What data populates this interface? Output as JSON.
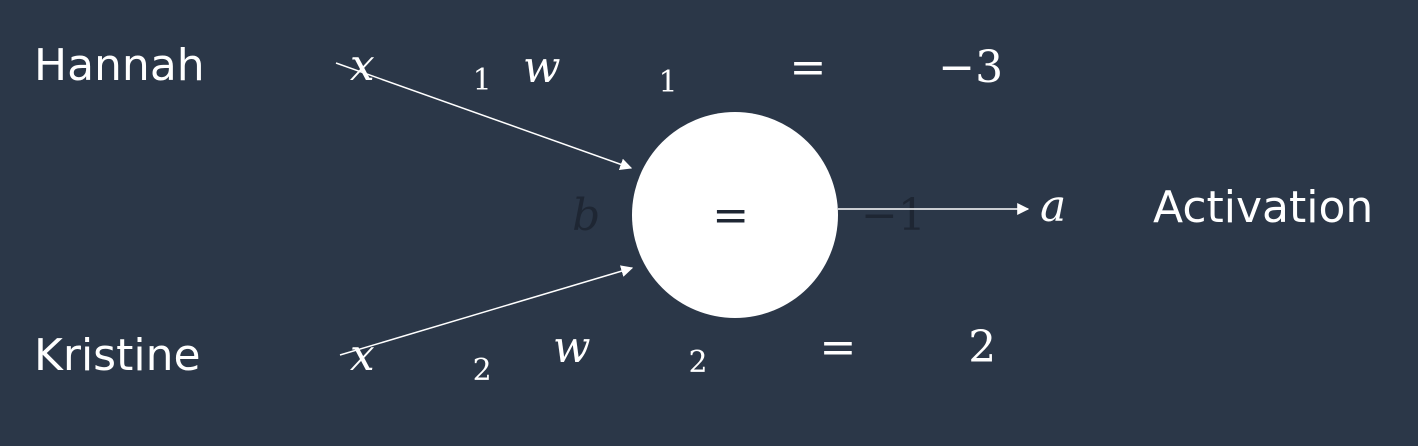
{
  "inputs": [
    {
      "name": "Hannah",
      "variable": "x",
      "subscript": "1",
      "weight_symbol": "w",
      "weight_subscript": "1",
      "weight_equals": " = ",
      "weight_value": "−3"
    },
    {
      "name": "Kristine",
      "variable": "x",
      "subscript": "2",
      "weight_symbol": "w",
      "weight_subscript": "2",
      "weight_equals": " = ",
      "weight_value": "2"
    }
  ],
  "neuron": {
    "bias_symbol": "b",
    "bias_equals": " = ",
    "bias_value": "−1",
    "fill_color": "#ffffff"
  },
  "output": {
    "symbol": "a",
    "label": "Activation"
  },
  "colors": {
    "background": "#2b3748",
    "foreground": "#ffffff"
  }
}
